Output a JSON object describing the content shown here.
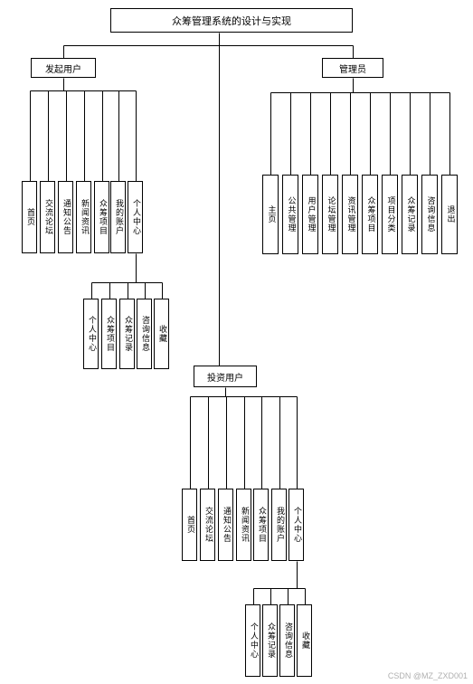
{
  "root": {
    "label": "众筹管理系统的设计与实现"
  },
  "initiator": {
    "label": "发起用户",
    "items": [
      "首页",
      "交流论坛",
      "通知公告",
      "新闻资讯",
      "众筹项目",
      "我的账户",
      "个人中心"
    ],
    "personal_center": [
      "个人中心",
      "众筹项目",
      "众筹记录",
      "咨询信息",
      "收藏"
    ]
  },
  "admin": {
    "label": "管理员",
    "items": [
      "主页",
      "公共管理",
      "用户管理",
      "论坛管理",
      "资讯管理",
      "众筹项目",
      "项目分类",
      "众筹记录",
      "咨询信息",
      "退出"
    ]
  },
  "investor": {
    "label": "投资用户",
    "items": [
      "首页",
      "交流论坛",
      "通知公告",
      "新闻资讯",
      "众筹项目",
      "我的账户",
      "个人中心"
    ],
    "personal_center": [
      "个人中心",
      "众筹记录",
      "咨询信息",
      "收藏"
    ]
  },
  "watermark": "CSDN @MZ_ZXD001"
}
